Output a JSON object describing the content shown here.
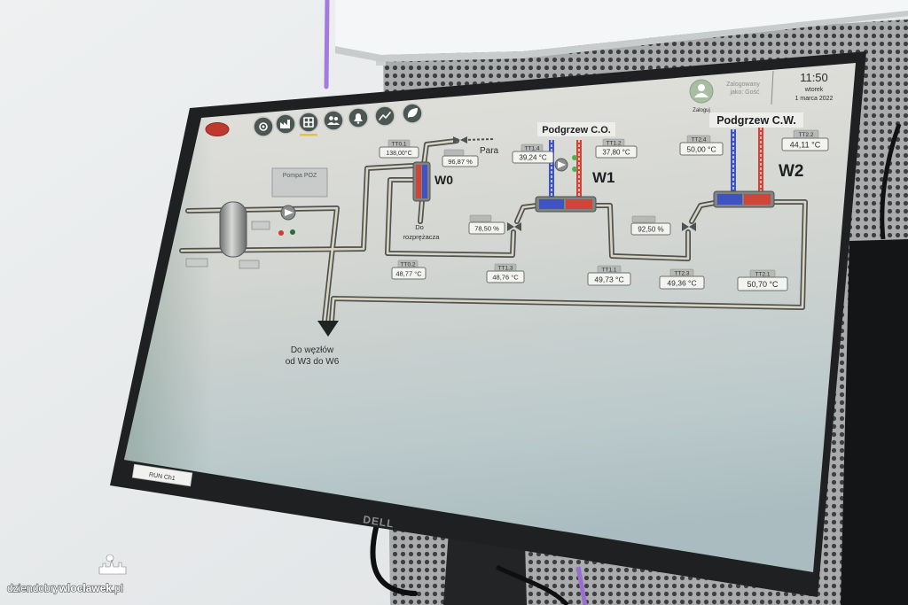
{
  "nav": {
    "items": [
      {
        "icon": "overview-icon"
      },
      {
        "icon": "plant-icon"
      },
      {
        "icon": "building-icon",
        "active": true
      },
      {
        "icon": "users-icon"
      },
      {
        "icon": "alarm-bell-icon"
      },
      {
        "icon": "trend-chart-icon"
      },
      {
        "icon": "eco-icon"
      }
    ]
  },
  "user": {
    "login_label": "Zaloguj",
    "status_line1": "Zalogowany",
    "status_line2": "jako: Gość"
  },
  "clock": {
    "time": "11:50",
    "weekday": "wtorek",
    "date": "1 marca 2022"
  },
  "diagram": {
    "pump_label": "Pompa POZ",
    "steam_label": "Para",
    "w0_label": "W0",
    "w1_label": "W1",
    "w2_label": "W2",
    "heating_title": "Podgrzew C.O.",
    "hot_water_title": "Podgrzew C.W.",
    "expander_label": [
      "Do",
      "rozprężacza"
    ],
    "outlet_label": [
      "Do węzłów",
      "od W3 do W6"
    ],
    "readings": [
      {
        "label": "TT0.1",
        "value": "138,00°C"
      },
      {
        "value": "96,87 %"
      },
      {
        "label": "TT1.4",
        "value": "39,24 °C"
      },
      {
        "label": "TT1.2",
        "value": "37,80 °C"
      },
      {
        "label": "TT2.4",
        "value": "50,00 °C"
      },
      {
        "label": "TT2.2",
        "value": "44,11 °C"
      },
      {
        "value": "78,50 %"
      },
      {
        "value": "92,50 %"
      },
      {
        "label": "TT0.2",
        "value": "48,77 °C"
      },
      {
        "label": "TT1.3",
        "value": "48,76 °C"
      },
      {
        "label": "TT1.1",
        "value": "49,73 °C"
      },
      {
        "label": "TT2.3",
        "value": "49,36 °C"
      },
      {
        "label": "TT2.1",
        "value": "50,70 °C"
      }
    ]
  },
  "monitor": {
    "brand": "DELL",
    "sticker_label": "RUN Ch1"
  },
  "watermark": {
    "part1": "dziendobry",
    "part2": "wloclawek",
    "part3": ".pl"
  },
  "colors": {
    "hot_pipe": "#d0453a",
    "cold_pipe": "#3f54c2",
    "nav_button": "#4c5754",
    "active_nav_marker": "#e2c23a"
  }
}
